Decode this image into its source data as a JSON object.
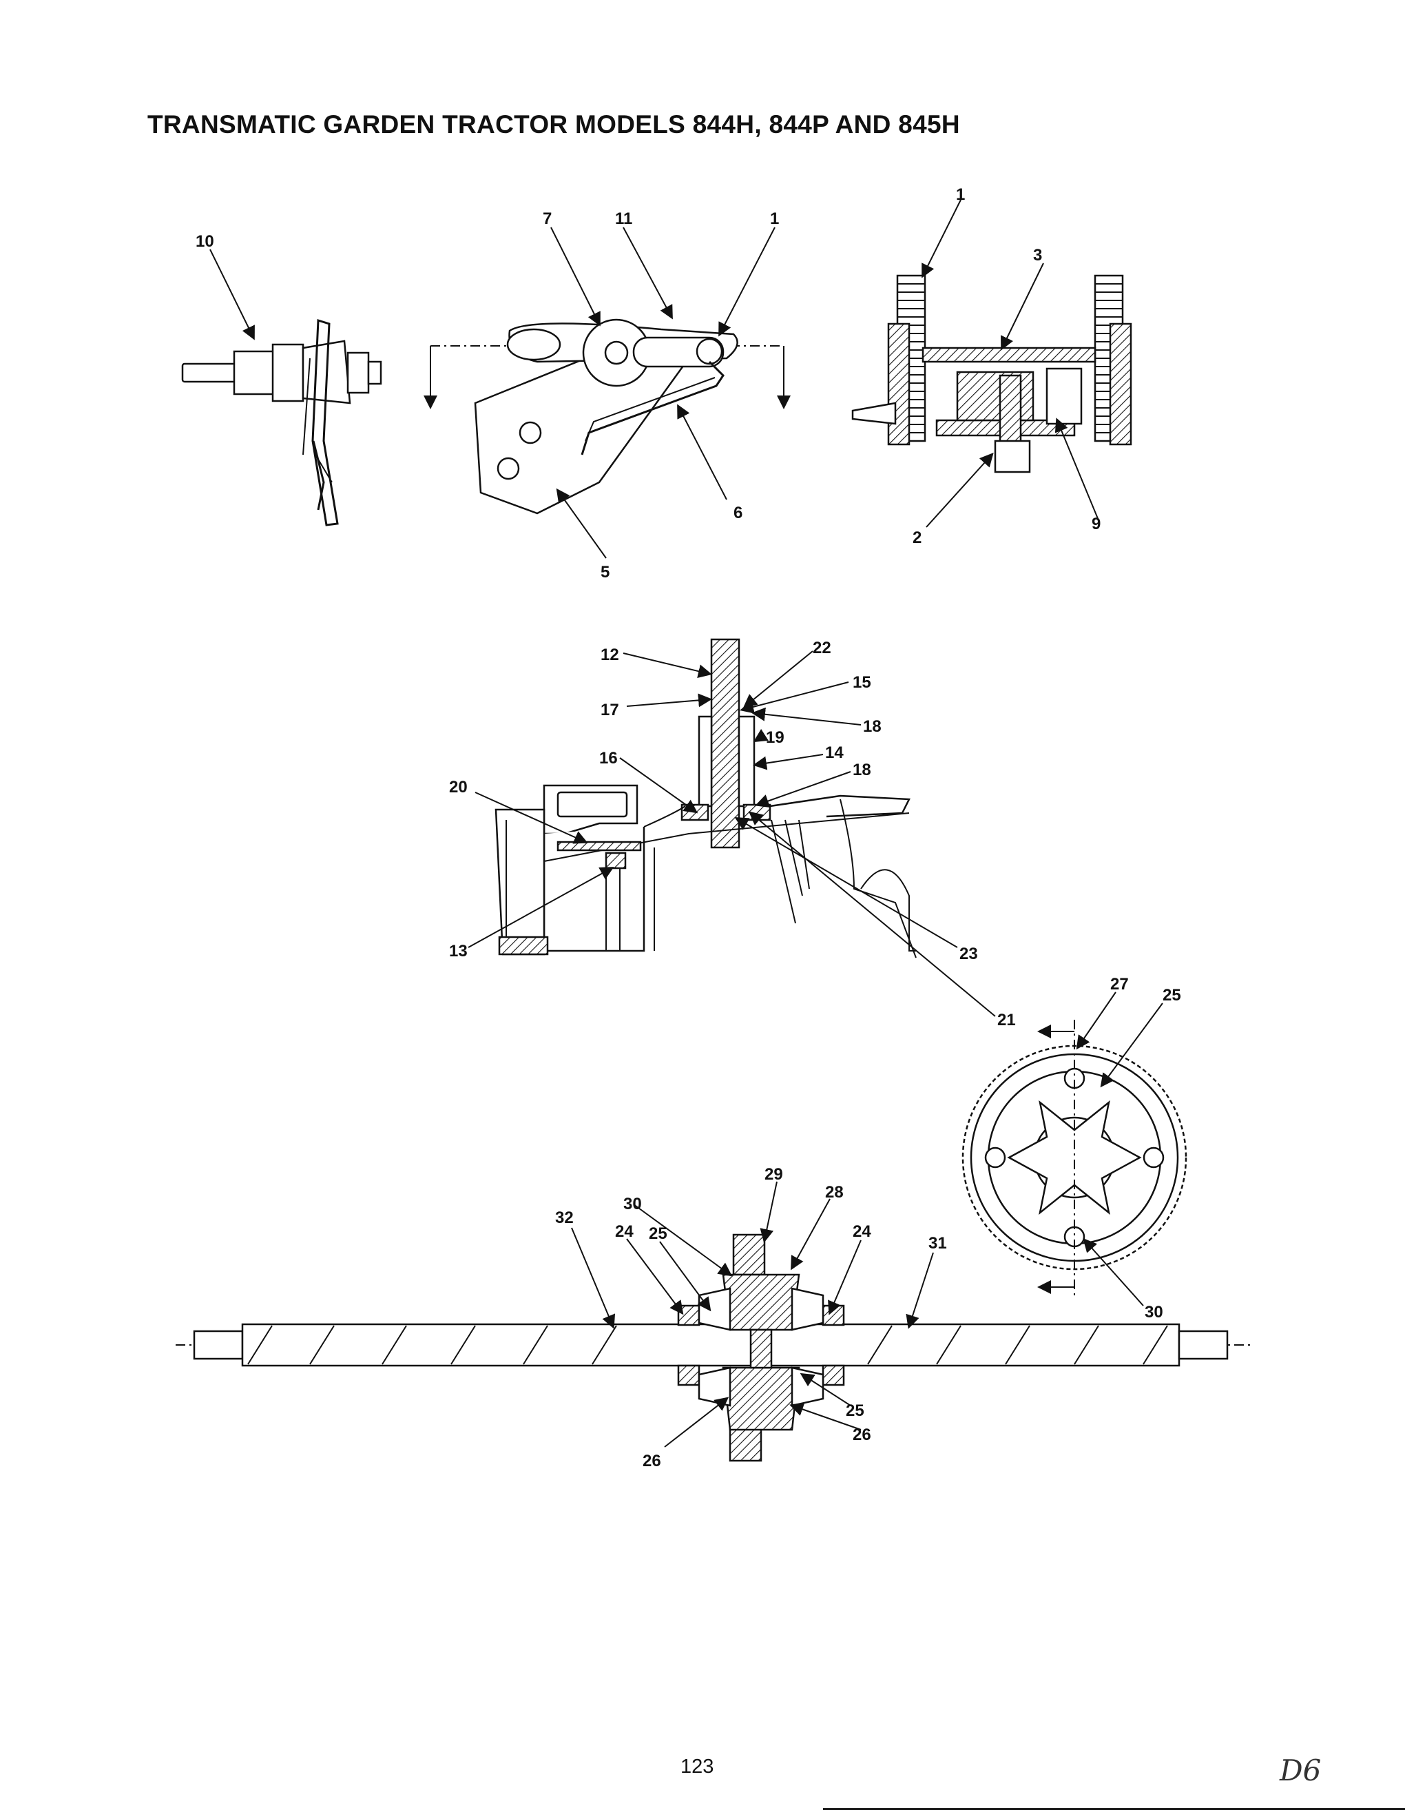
{
  "document": {
    "title": "TRANSMATIC GARDEN TRACTOR MODELS 844H, 844P AND 845H",
    "page_number": "123",
    "handwritten_mark": "D6"
  },
  "callouts": {
    "upper_left": [
      "10",
      "7",
      "11",
      "1",
      "6",
      "5"
    ],
    "upper_right": [
      "1",
      "3",
      "2",
      "9"
    ],
    "middle": [
      "12",
      "22",
      "15",
      "17",
      "18",
      "19",
      "14",
      "16",
      "18",
      "20",
      "13",
      "21",
      "23"
    ],
    "gear": [
      "27",
      "25",
      "30"
    ],
    "axle": [
      "32",
      "30",
      "29",
      "28",
      "24",
      "25",
      "24",
      "31",
      "25",
      "26",
      "26"
    ]
  },
  "colors": {
    "ink": "#111111",
    "paper": "#ffffff"
  }
}
